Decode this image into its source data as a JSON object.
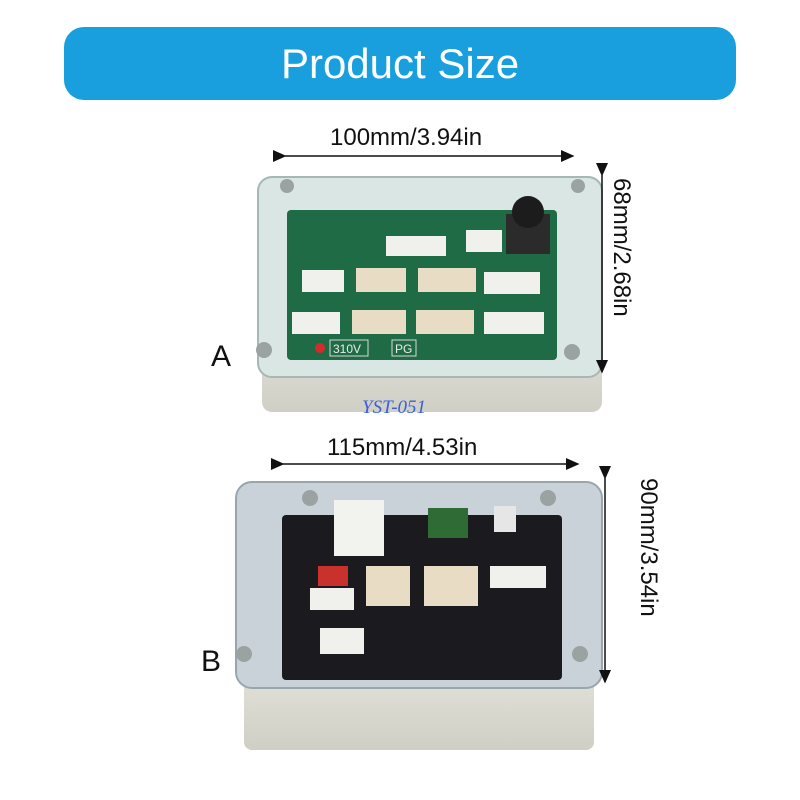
{
  "title": "Product Size",
  "product_a": {
    "label": "A",
    "width_text": "100mm/3.94in",
    "height_text": "68mm/2.68in",
    "board_mark_voltage": "310V",
    "board_mark_pg": "PG"
  },
  "product_b": {
    "label": "B",
    "width_text": "115mm/4.53in",
    "height_text": "90mm/3.54in"
  },
  "watermark": "YST-051",
  "colors": {
    "banner": "#1a9fde",
    "pcb_a": "#1f6b45",
    "pcb_b": "#1b1b1f",
    "housing": "#d8d8cf"
  }
}
